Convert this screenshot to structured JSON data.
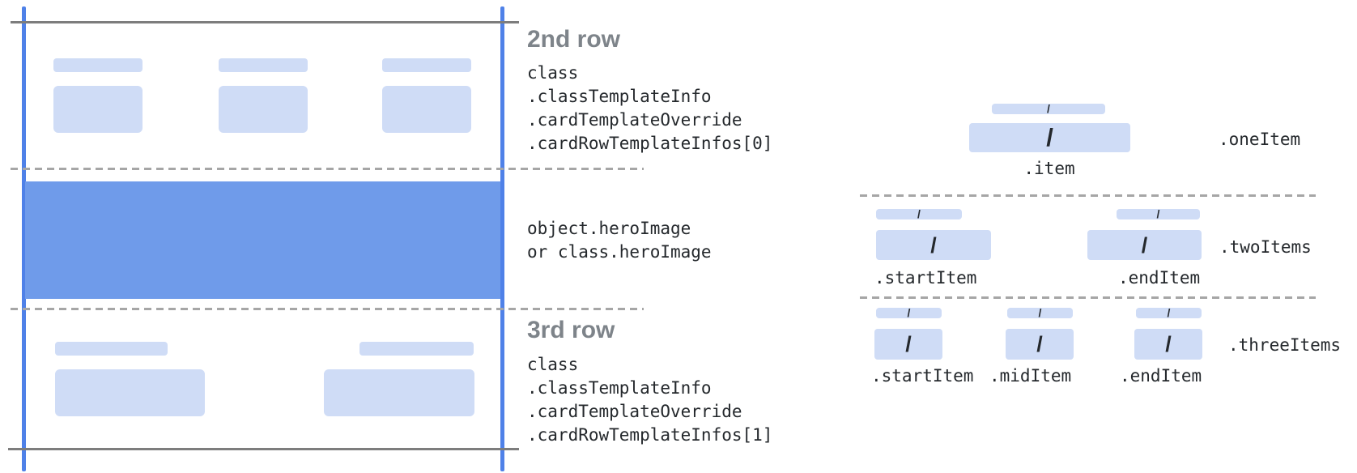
{
  "glyphs": {
    "slash": "/"
  },
  "colors": {
    "edge_line_blue": "#4f81e8",
    "hero_blue": "#6f9bea",
    "placeholder_light_blue": "#cfdcf6",
    "solid_line_gray": "#7d7d7d",
    "dashed_line_gray": "#a6a6a6",
    "heading_gray": "#7e848a",
    "code_text": "#24282c"
  },
  "left_panel": {
    "second_row": {
      "title": "2nd row",
      "lines": [
        "class",
        ".classTemplateInfo",
        ".cardTemplateOverride",
        ".cardRowTemplateInfos[0]"
      ]
    },
    "hero": {
      "lines": [
        "object.heroImage",
        "or class.heroImage"
      ]
    },
    "third_row": {
      "title": "3rd row",
      "lines": [
        "class",
        ".classTemplateInfo",
        ".cardTemplateOverride",
        ".cardRowTemplateInfos[1]"
      ]
    }
  },
  "right_panel": {
    "one_item": {
      "row_label": ".oneItem",
      "items": [
        {
          "label": ".item"
        }
      ]
    },
    "two_items": {
      "row_label": ".twoItems",
      "items": [
        {
          "label": ".startItem"
        },
        {
          "label": ".endItem"
        }
      ]
    },
    "three_items": {
      "row_label": ".threeItems",
      "items": [
        {
          "label": ".startItem"
        },
        {
          "label": ".midItem"
        },
        {
          "label": ".endItem"
        }
      ]
    }
  }
}
